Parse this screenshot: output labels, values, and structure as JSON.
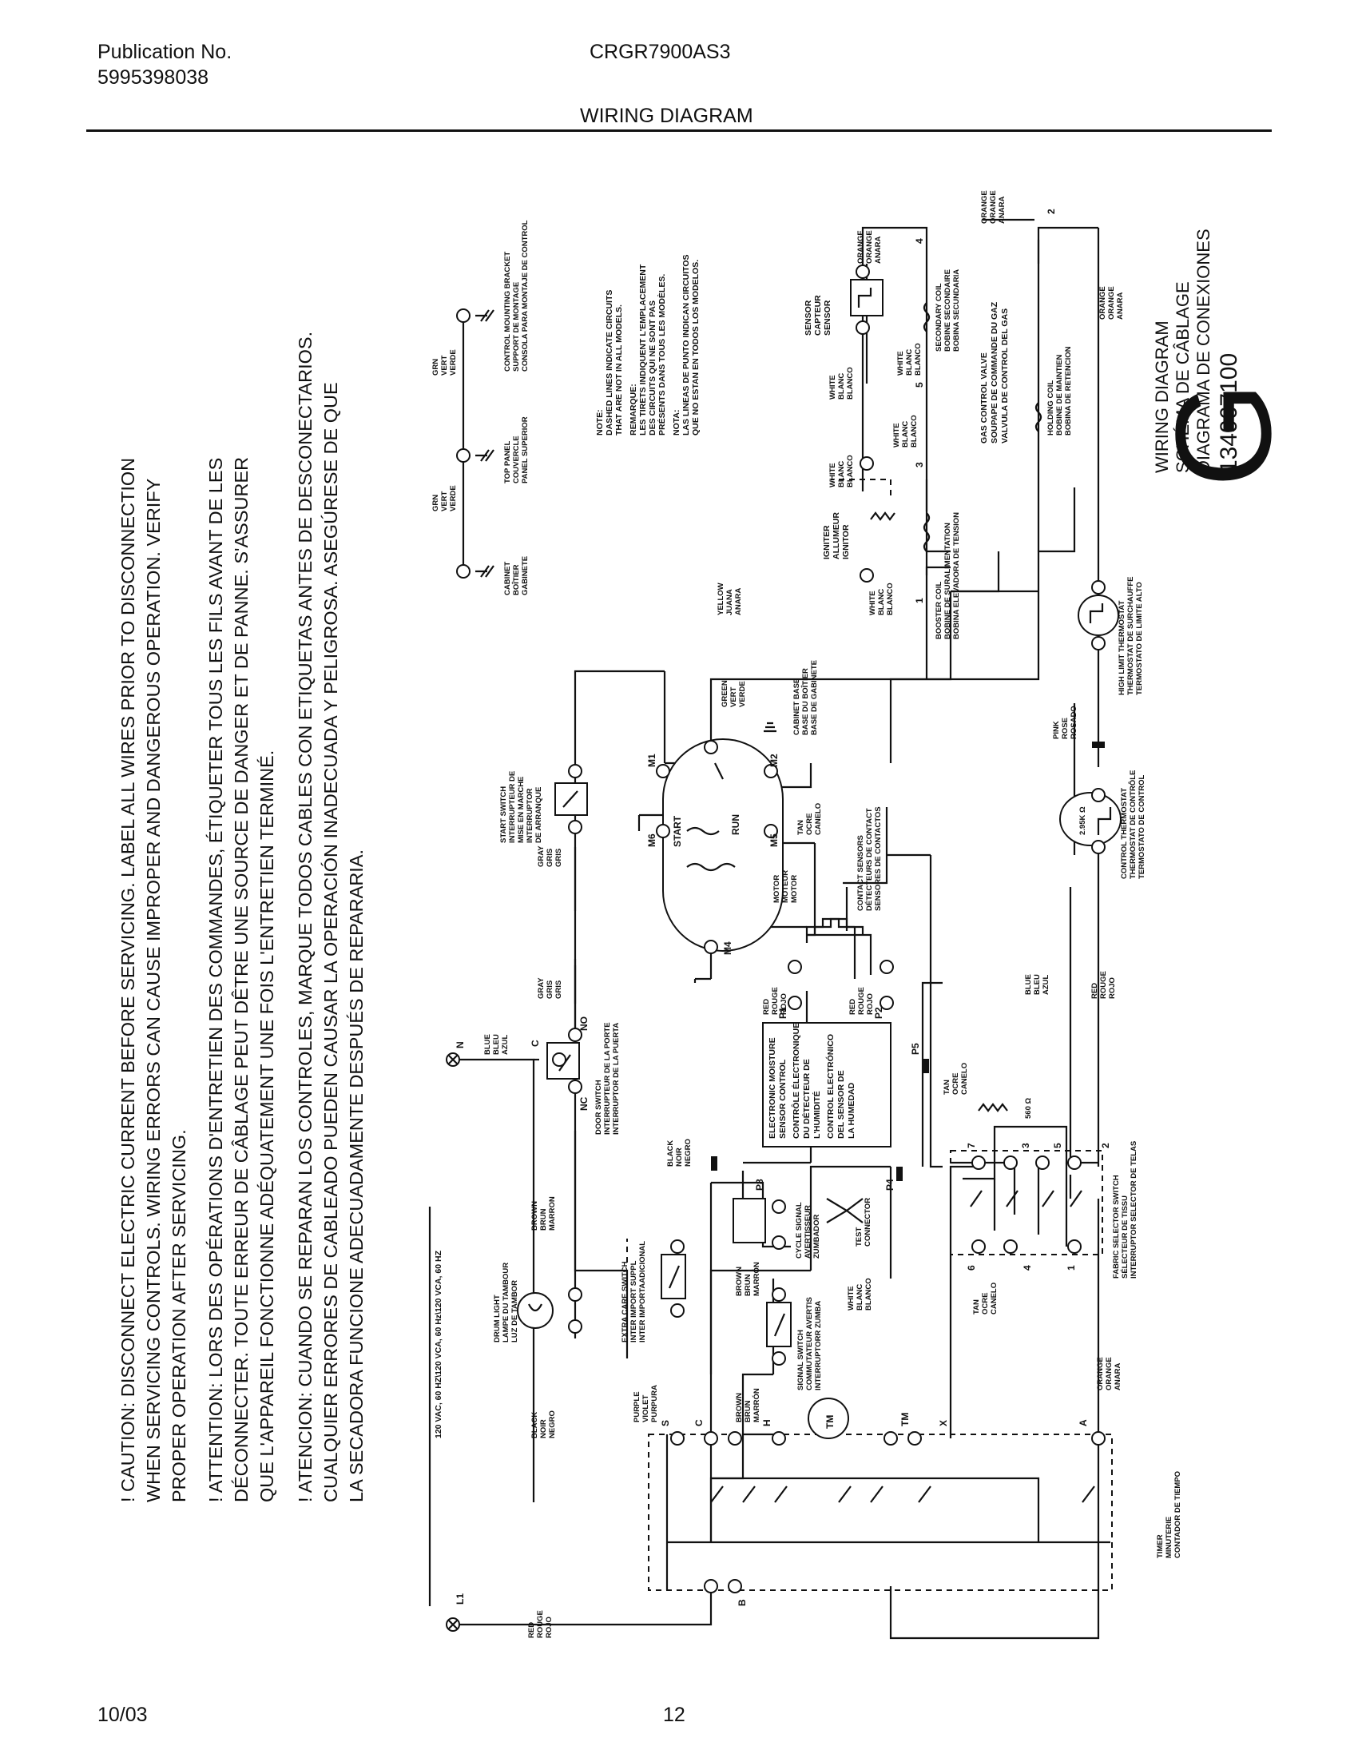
{
  "header": {
    "publication_label": "Publication No.",
    "publication_number": "5995398038",
    "model": "CRGR7900AS3",
    "section": "WIRING DIAGRAM"
  },
  "footer": {
    "date": "10/03",
    "page": "12"
  },
  "warnings": {
    "en": [
      "! CAUTION: DISCONNECT ELECTRIC CURRENT BEFORE SERVICING. LABEL ALL WIRES PRIOR TO DISCONNECTION",
      "WHEN SERVICING CONTROLS. WIRING ERRORS CAN CAUSE IMPROPER AND DANGEROUS OPERATION. VERIFY",
      "PROPER OPERATION AFTER SERVICING."
    ],
    "fr": [
      "! ATTENTION: LORS DES OPÉRATIONS D'ENTRETIEN DES COMMANDES, ÉTIQUETER TOUS LES FILS AVANT DE LES",
      "DÉCONNECTER. TOUTE ERREUR DE CÂBLAGE PEUT DÊTRE UNE SOURCE DE DANGER ET DE PANNE. S'ASSURER",
      "QUE L'APPAREIL FONCTIONNE ADÉQUATEMENT UNE FOIS L'ENTRETIEN TERMINÉ."
    ],
    "es": [
      "! ATENCION: CUANDO SE REPARAN LOS CONTROLES, MARQUE TODOS CABLES CON ETIQUETAS ANTES DE DESCONECTARIOS.",
      "CUALQUIER ERRORES DE CABLEADO PUEDEN CAUSAR LA OPERACIÓN INADECUADA Y PELIGROSA. ASEGÚRESE DE QUE",
      "LA SECADORA FUNCIONE ADECUADAMENTE DESPUÉS DE REPARARIA."
    ]
  },
  "title_block": {
    "lines": [
      "WIRING DIAGRAM",
      "SCHÉMA DE CÂBLAGE",
      "DIAGRAMA DE CONEXIONES"
    ],
    "code": "134067100",
    "revision": "G"
  },
  "supply": {
    "voltage": "120 VAC, 60 HZ\\120 VCA, 60 Hz\\120 VCA, 60 HZ",
    "l1": "L1",
    "n": "N"
  },
  "note": [
    "NOTE:",
    "DASHED LINES INDICATE CIRCUITS",
    "THAT ARE NOT IN ALL MODELS.",
    "REMARQUE:",
    "LES TIRETS INDIQUENT L'EMPLACEMENT",
    "DES CIRCUITS QUI NE SONT PAS",
    "PRÉSENTS DANS TOUS LES MODÈLES.",
    "NOTA:",
    "LAS LINEAS DE PUNTO INDICAN CIRCUITOS",
    "QUE NO ESTAN EN TODOS LOS MODELOS."
  ],
  "grounds": {
    "cabinet": [
      "CABINET",
      "BOÎTIER",
      "GABINETE"
    ],
    "top_panel": [
      "TOP PANEL",
      "COUVERCLE",
      "PANEL SUPERIOR"
    ],
    "bracket": [
      "CONTROL MOUNTING BRACKET",
      "SUPPORT DE MONTAGE",
      "CONSOLA PARA MONTAJE DE CONTROL"
    ],
    "grn1": [
      "GRN",
      "VERT",
      "VERDE"
    ],
    "grn2": [
      "GRN",
      "VERT",
      "VERDE"
    ]
  },
  "components": {
    "drum_light": [
      "DRUM LIGHT",
      "LAMPE DU TAMBOUR",
      "LUZ DE TAMBOR"
    ],
    "door_switch": [
      "DOOR SWITCH",
      "INTERRUPTEUR DE LA PORTE",
      "INTERRUPTOR DE LA PUERTA"
    ],
    "start_switch": [
      "START SWITCH",
      "INTERRUPTEUR DE",
      "MISE EN MARCHE",
      "INTERRUPTOR",
      "DE ARRANQUE"
    ],
    "extra_care": [
      "EXTRA CARE SWITCH",
      "INTER IMPORT SUPPL",
      "INTER IMPORTAADICIONAL"
    ],
    "signal_switch": [
      "SIGNAL SWITCH",
      "COMMUTATEUR AVERTIS",
      "INTERRUPTORR ZUMBA"
    ],
    "cycle_signal": [
      "CYCLE SIGNAL",
      "AVERTISSEUR",
      "ZUMBADOR"
    ],
    "test_connector": [
      "TEST",
      "CONNECTOR"
    ],
    "moisture": [
      "ELECTRONIC MOISTURE",
      "SENSOR CONTROL",
      "CONTRÔLE ÉLECTRONIQUE",
      "DU DÉTECTEUR DE",
      "L'HUMIDITÉ",
      "CONTROL ELECTRÓNICO",
      "DEL SENSOR DE",
      "LA HUMEDAD"
    ],
    "contact_sensors": [
      "CONTACT SENSORS",
      "DÉTECTEURS DE CONTACT",
      "SENSORES DE CONTACTOS"
    ],
    "motor": [
      "MOTOR",
      "MOTEUR",
      "MOTOR"
    ],
    "motor_start": "START",
    "motor_run": "RUN",
    "cabinet_base": [
      "CABINET BASE",
      "BASE DU BOÎTIER",
      "BASE DE GABINETE"
    ],
    "igniter": [
      "IGNITER",
      "ALLUMEUR",
      "IGNITOR"
    ],
    "sensor": [
      "SENSOR",
      "CAPTEUR",
      "SENSOR"
    ],
    "gas_valve": [
      "GAS CONTROL VALVE",
      "SOUPAPE DE COMMANDE DU GAZ",
      "VALVULA DE CONTROL DEL GAS"
    ],
    "booster_coil": [
      "BOOSTER COIL",
      "BOBINE DE SURALIMENTATION",
      "BOBINA ELEVADORA DE TENSION"
    ],
    "holding_coil": [
      "HOLDING COIL",
      "BOBINE DE MAINTIEN",
      "BOBINA DE RETENCION"
    ],
    "secondary_coil": [
      "SECONDARY COIL",
      "BOBINE SECONDAIRE",
      "BOBINA SECUNDARIA"
    ],
    "high_limit": [
      "HIGH LIMIT THERMOSTAT",
      "THERMOSTAT DE SURCHAUFFE",
      "TERMOSTATO DE LIMITE ALTO"
    ],
    "control_thermostat": [
      "CONTROL THERMOSTAT",
      "THERMOSTAT DE CONTRÔLE",
      "TERMOSTATO DE CONTROL"
    ],
    "thermostat_resistor": "2.95K Ω",
    "resistor_560": "560 Ω",
    "fabric_selector": [
      "FABRIC SELECTOR SWITCH",
      "SÉLECTEUR DE TISSU",
      "INTERRUPTOR SELECTOR DE TELAS"
    ],
    "timer": [
      "TIMER",
      "MINUTERIE",
      "CONTADOR DE TIEMPO"
    ],
    "timer_motor": "TM"
  },
  "wire_colors": {
    "red": [
      "RED",
      "ROUGE",
      "ROJO"
    ],
    "black": [
      "BLACK",
      "NOIR",
      "NEGRO"
    ],
    "brown": [
      "BROWN",
      "BRUN",
      "MARRON"
    ],
    "brown_acc": [
      "BROWN",
      "BRUN",
      "MARRÓN"
    ],
    "blue": [
      "BLUE",
      "BLEU",
      "AZUL"
    ],
    "gray": [
      "GRAY",
      "GRIS",
      "GRIS"
    ],
    "purple": [
      "PURPLE",
      "VIOLET",
      "PURPURA"
    ],
    "white": [
      "WHITE",
      "BLANC",
      "BLANCO"
    ],
    "yellow": [
      "YELLOW",
      "JUANA",
      "ANARA"
    ],
    "green": [
      "GREEN",
      "VERT",
      "VERDE"
    ],
    "tan": [
      "TAN",
      "OCRE",
      "CANELO"
    ],
    "orange": [
      "ORANGE",
      "ORANGE",
      "ANARA"
    ],
    "pink": [
      "PINK",
      "ROSE",
      "ROSADO"
    ]
  },
  "terminals": {
    "timer": [
      "S",
      "C",
      "H",
      "TM",
      "X",
      "A",
      "B"
    ],
    "motor": [
      "M1",
      "M2",
      "M4",
      "M5",
      "M6"
    ],
    "moisture": [
      "P1",
      "P2",
      "P4",
      "P5",
      "P8"
    ],
    "door": [
      "C",
      "NO",
      "NC"
    ],
    "fabric": [
      "7",
      "3",
      "5",
      "2",
      "6",
      "4",
      "1"
    ],
    "gas": [
      "1",
      "3",
      "5",
      "4",
      "2"
    ]
  }
}
